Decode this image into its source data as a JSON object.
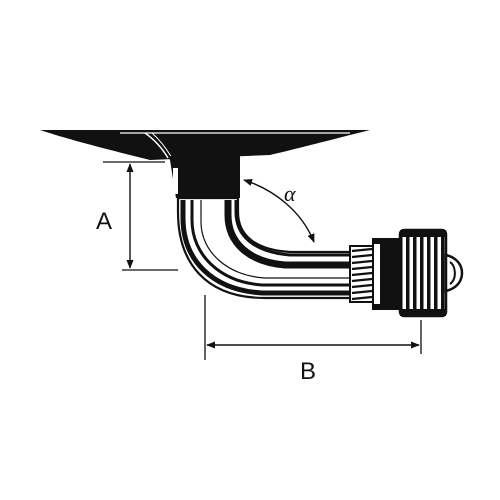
{
  "diagram": {
    "labels": {
      "height_dim": "A",
      "length_dim": "B",
      "angle": "α"
    },
    "colors": {
      "ink": "#111111",
      "background": "#ffffff"
    }
  }
}
